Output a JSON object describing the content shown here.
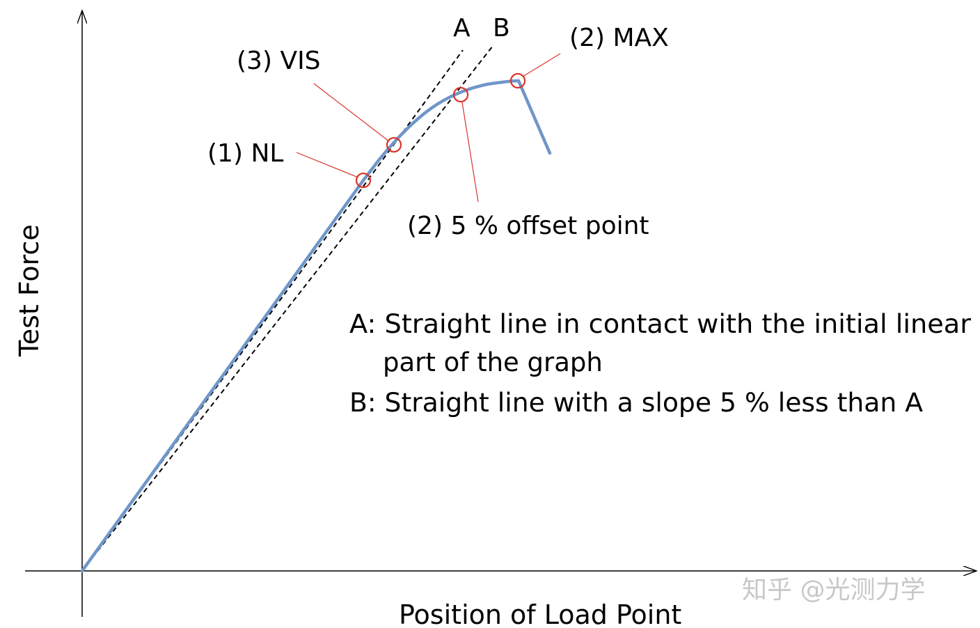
{
  "axes": {
    "x_label": "Position of Load Point",
    "y_label": "Test Force"
  },
  "line_labels": {
    "a": "A",
    "b": "B"
  },
  "points": {
    "nl": "(1) NL",
    "vis": "(3) VIS",
    "max": "(2) MAX",
    "offset": "(2) 5 % offset point"
  },
  "notes": {
    "a_line1": "A: Straight line in contact with the initial linear",
    "a_line2": "part of the graph",
    "b_line": "B: Straight line with a slope 5 % less than A"
  },
  "watermark": "知乎 @光测力学",
  "colors": {
    "curve": "#6f96c9",
    "markers": "#d9342b",
    "leaders": "#d9342b",
    "dashed": "#000000",
    "axes": "#000000"
  }
}
